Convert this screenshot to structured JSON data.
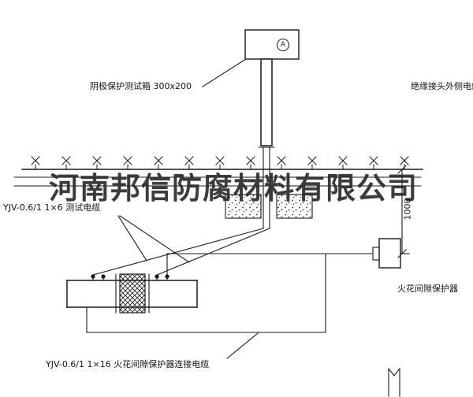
{
  "watermark": {
    "text": "河南邦信防腐材料有限公司"
  },
  "labels": {
    "test_box": "阴极保护测试箱 300x200",
    "outer_cable": "绝缘接头外侧电缆",
    "test_cable": "YJV-0.6/1 1×6  测试电缆",
    "spark_protector": "火花间隙保护器",
    "spark_cable": "YJV-0.6/1 1×16  火花间隙保护器连接电缆",
    "dimension_depth": "1000",
    "ammeter": "A"
  },
  "colors": {
    "line": "#1a1a1a",
    "background": "#ffffff",
    "watermark": "#2b2b2b"
  }
}
